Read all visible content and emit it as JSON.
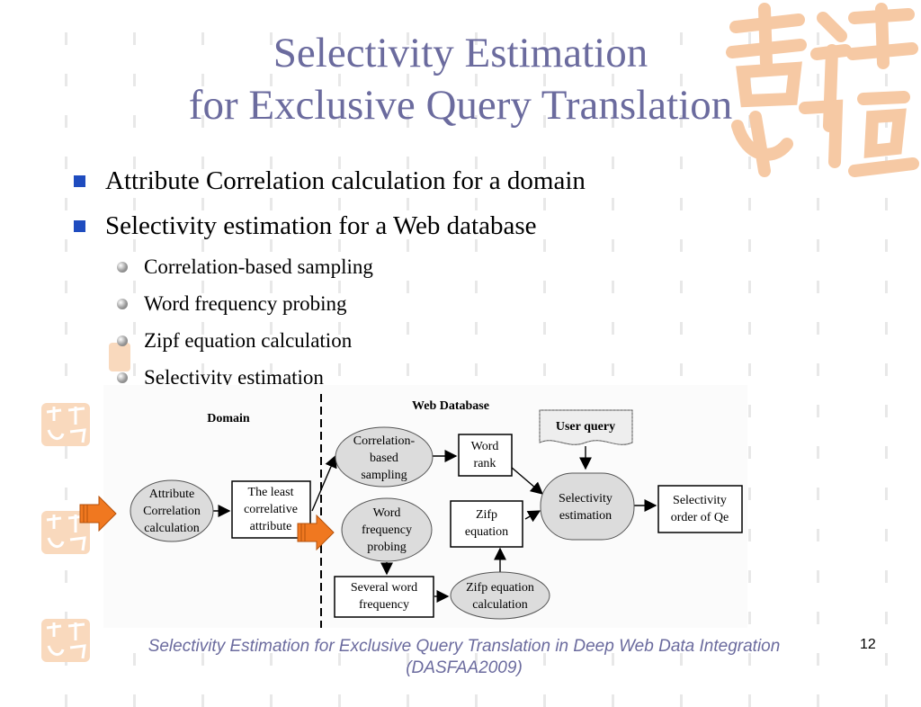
{
  "slide": {
    "title_line1": "Selectivity Estimation",
    "title_line2": "for Exclusive Query Translation",
    "page_number": "12",
    "footer_line1": "Selectivity Estimation for Exclusive Query Translation in Deep Web Data Integration",
    "footer_line2": "(DASFAA2009)"
  },
  "bullets": [
    {
      "text": "Attribute Correlation calculation for a domain",
      "subitems": []
    },
    {
      "text": "Selectivity estimation for a Web database",
      "subitems": [
        "Correlation-based sampling",
        "Word frequency probing",
        "Zipf equation calculation",
        "Selectivity estimation"
      ]
    }
  ],
  "diagram": {
    "domain_label": "Domain",
    "webdb_label": "Web Database",
    "attr_corr": [
      "Attribute",
      "Correlation",
      "calculation"
    ],
    "least_corr": [
      "The least",
      "correlative",
      "attribute"
    ],
    "corr_sampling": [
      "Correlation-",
      "based",
      "sampling"
    ],
    "word_rank": [
      "Word",
      "rank"
    ],
    "word_freq": [
      "Word",
      "frequency",
      "probing"
    ],
    "zifp_eq": [
      "Zifp",
      "equation"
    ],
    "several_word": [
      "Several word",
      "frequency"
    ],
    "zifp_calc": [
      "Zifp equation",
      "calculation"
    ],
    "user_query": "User query",
    "sel_est": [
      "Selectivity",
      "estimation"
    ],
    "sel_order": [
      "Selectivity",
      "order of Qe"
    ]
  },
  "colors": {
    "title": "#6b6b9e",
    "bullet_square": "#1f4cbf",
    "seal": "#f6c9a4",
    "arrow": "#f07820",
    "node_fill": "#dcdcdc"
  }
}
